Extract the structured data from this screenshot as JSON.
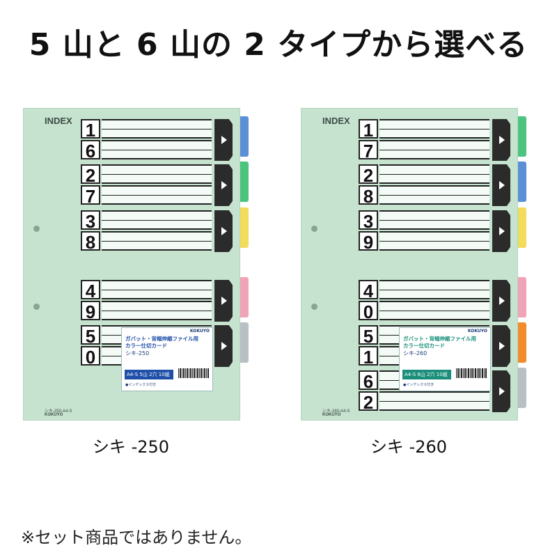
{
  "headline": "5 山と 6 山の 2 タイプから選べる",
  "products": [
    {
      "caption": "シキ -250",
      "index_label": "INDEX",
      "groups": [
        {
          "digits": [
            "1",
            "6"
          ]
        },
        {
          "digits": [
            "2",
            "7"
          ]
        },
        {
          "digits": [
            "3",
            "8"
          ]
        },
        {
          "digits": [
            "4",
            "9"
          ]
        },
        {
          "digits": [
            "5",
            "0"
          ]
        }
      ],
      "tab_colors": [
        "#5b8fd6",
        "#4cc47e",
        "#f2dc5b",
        "#f0a4b8",
        "#b9c0c4"
      ],
      "band_color": "#1f4fa8",
      "label": {
        "brand": "KOKUYO",
        "title_line1": "ガバット・背幅伸縮ファイル用",
        "title_line2": "カラー仕切カード",
        "model": "シキ-250",
        "band": "A4-S 5山 2穴 10組",
        "feature": "●インデックス付き"
      },
      "code": "シキ-250-A4-S",
      "brand_bottom": "KOKUYO"
    },
    {
      "caption": "シキ -260",
      "index_label": "INDEX",
      "groups": [
        {
          "digits": [
            "1",
            "7"
          ]
        },
        {
          "digits": [
            "2",
            "8"
          ]
        },
        {
          "digits": [
            "3",
            "9"
          ]
        },
        {
          "digits": [
            "4",
            "0"
          ]
        },
        {
          "digits": [
            "5",
            "1"
          ]
        },
        {
          "digits": [
            "6",
            "2"
          ]
        }
      ],
      "tab_colors": [
        "#4cc47e",
        "#5b8fd6",
        "#f2dc5b",
        "#f0a4b8",
        "#f28c2a",
        "#b9c0c4"
      ],
      "band_color": "#1a8e7a",
      "label": {
        "brand": "KOKUYO",
        "title_line1": "ガバット・背幅伸縮ファイル用",
        "title_line2": "カラー仕切カード",
        "model": "シキ-260",
        "band": "A4-S 6山 2穴 10組",
        "feature": "●インデックス付き"
      },
      "code": "シキ-260-A4-S",
      "brand_bottom": "KOKUYO"
    }
  ],
  "footnote": "※セット商品ではありません。"
}
